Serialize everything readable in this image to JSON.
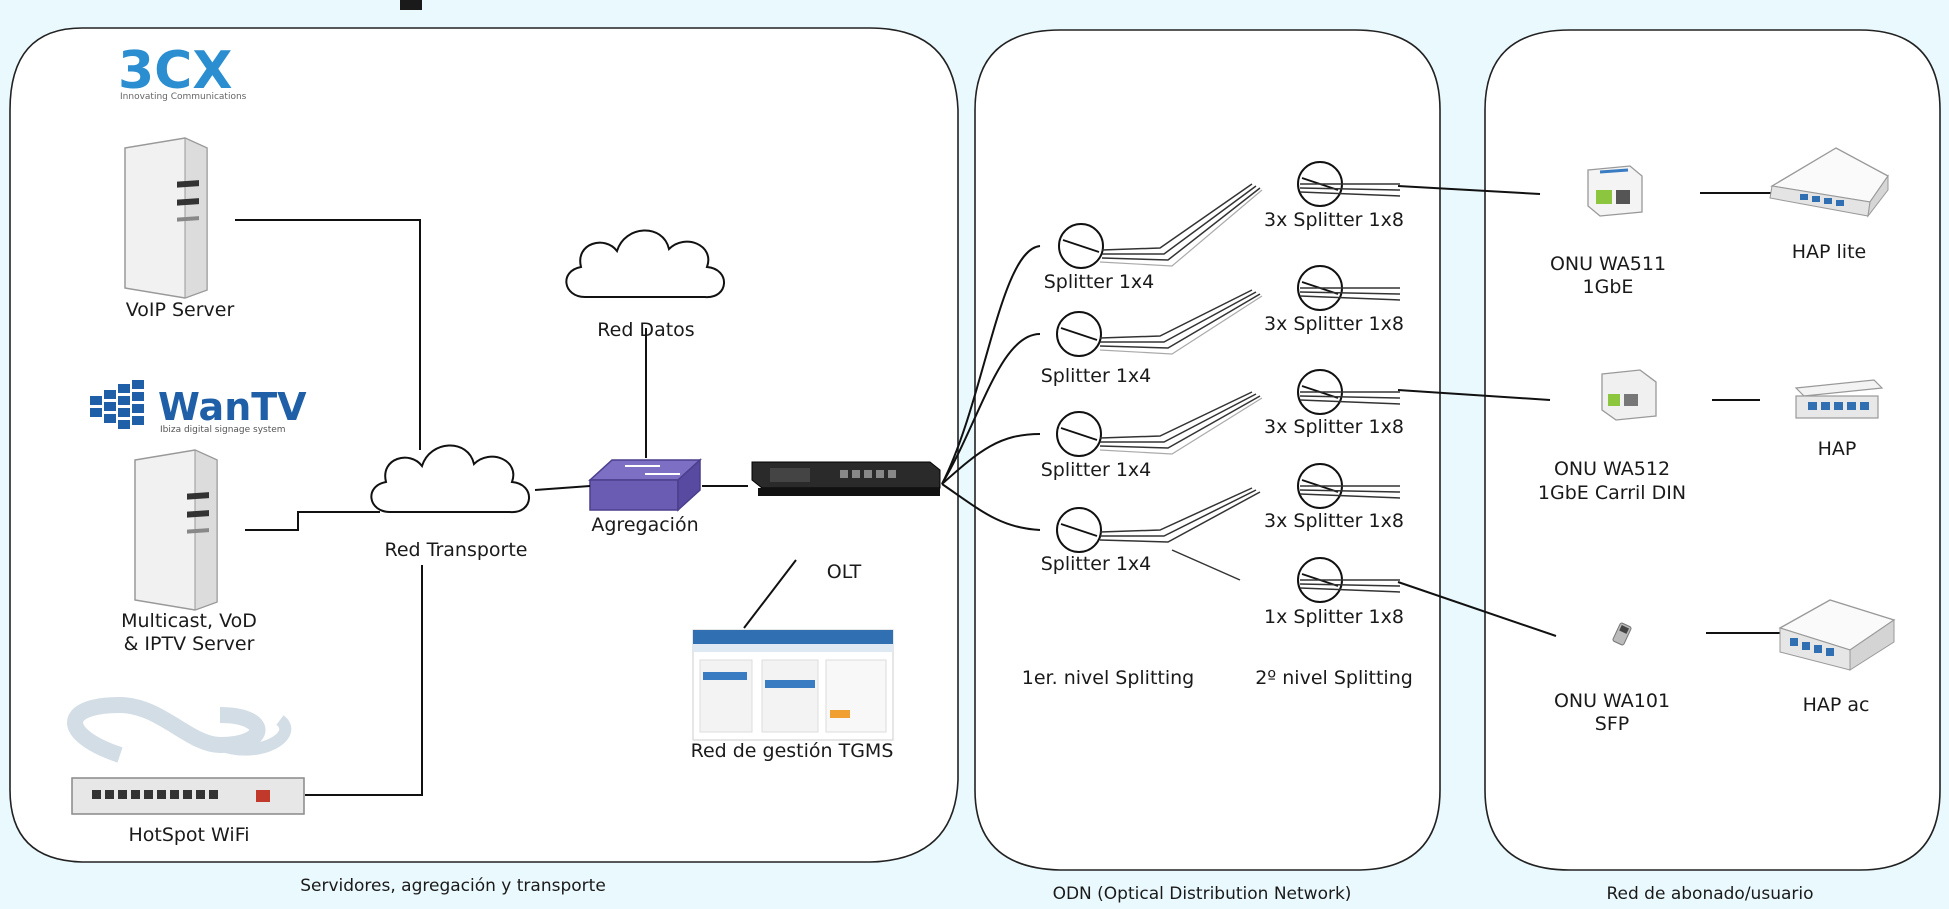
{
  "brand": {
    "logo_3cx": "3CX",
    "logo_3cx_tagline": "Innovating Communications",
    "logo_wantv": "WanTV",
    "logo_wantv_tagline": "Ibiza digital signage system"
  },
  "servers": {
    "voip": "VoIP Server",
    "multicast_line1": "Multicast, VoD",
    "multicast_line2": "& IPTV Server",
    "hotspot": "HotSpot WiFi"
  },
  "network": {
    "red_datos": "Red Datos",
    "red_transporte": "Red Transporte",
    "agregacion": "Agregación",
    "olt": "OLT",
    "tgms": "Red de gestión TGMS"
  },
  "splitters": {
    "level1": [
      "Splitter 1x4",
      "Splitter 1x4",
      "Splitter 1x4",
      "Splitter 1x4"
    ],
    "level2": [
      "3x Splitter 1x8",
      "3x Splitter 1x8",
      "3x Splitter 1x8",
      "3x Splitter 1x8",
      "1x Splitter 1x8"
    ],
    "level1_caption": "1er. nivel Splitting",
    "level2_caption": "2º nivel Splitting"
  },
  "onus": [
    {
      "line1": "ONU WA511",
      "line2": "1GbE"
    },
    {
      "line1": "ONU WA512",
      "line2": "1GbE Carril DIN"
    },
    {
      "line1": "ONU WA101",
      "line2": "SFP"
    }
  ],
  "routers": [
    "HAP lite",
    "HAP",
    "HAP ac"
  ],
  "panels": {
    "servers_caption": "Servidores, agregación y transporte",
    "odn_caption": "ODN (Optical Distribution Network)",
    "user_caption": "Red de abonado/usuario"
  }
}
